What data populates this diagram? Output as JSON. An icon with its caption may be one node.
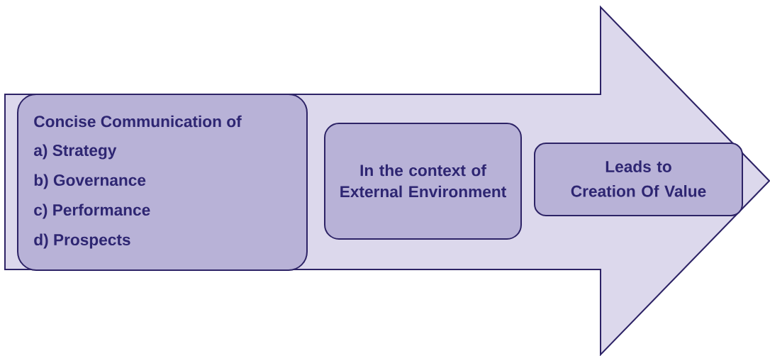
{
  "diagram": {
    "nodes": [
      {
        "text": [],
        "shape": "arrow"
      },
      {
        "text": [
          "Concise Communication of",
          "a) Strategy",
          "b) Governance",
          "c) Performance",
          "d) Prospects"
        ],
        "in": 0
      },
      {
        "text": [
          "In the context of External Environment"
        ],
        "in": 0
      },
      {
        "text": [
          "Leads to Creation Of Value"
        ],
        "in": 0
      }
    ]
  }
}
